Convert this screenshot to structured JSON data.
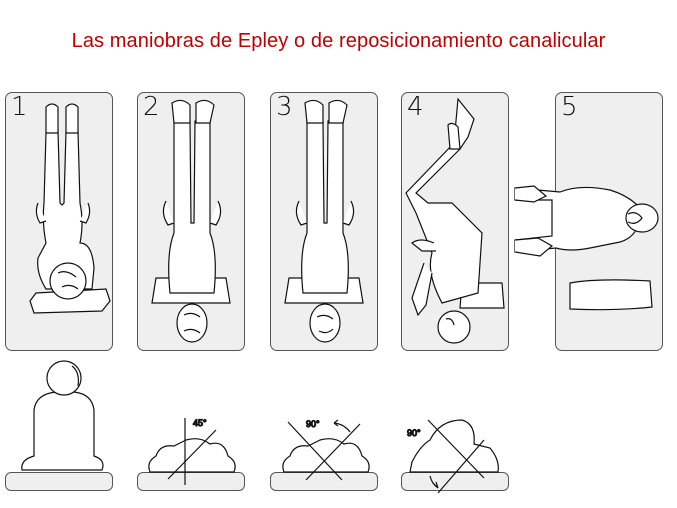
{
  "title": "Las maniobras de Epley o de reposicionamiento canalicular",
  "colors": {
    "title": "#c00000",
    "panel_bg": "#efefef",
    "panel_border": "#555555",
    "line": "#111111"
  },
  "steps": [
    {
      "number": "1",
      "top_view": "patient seated/lying supine, head at bottom on pillow",
      "side_view": "patient seated upright, back view"
    },
    {
      "number": "2",
      "top_view": "supine, head hanging off pillow",
      "side_view": "head turned",
      "angle_label": "45°"
    },
    {
      "number": "3",
      "top_view": "supine, head turned other side",
      "side_view": "head rotated",
      "angle_label": "90°"
    },
    {
      "number": "4",
      "top_view": "rolled onto side",
      "side_view": "body and head rotated",
      "angle_label": "90°"
    },
    {
      "number": "5",
      "top_view": "sitting up, pillow below",
      "side_view": ""
    }
  ]
}
